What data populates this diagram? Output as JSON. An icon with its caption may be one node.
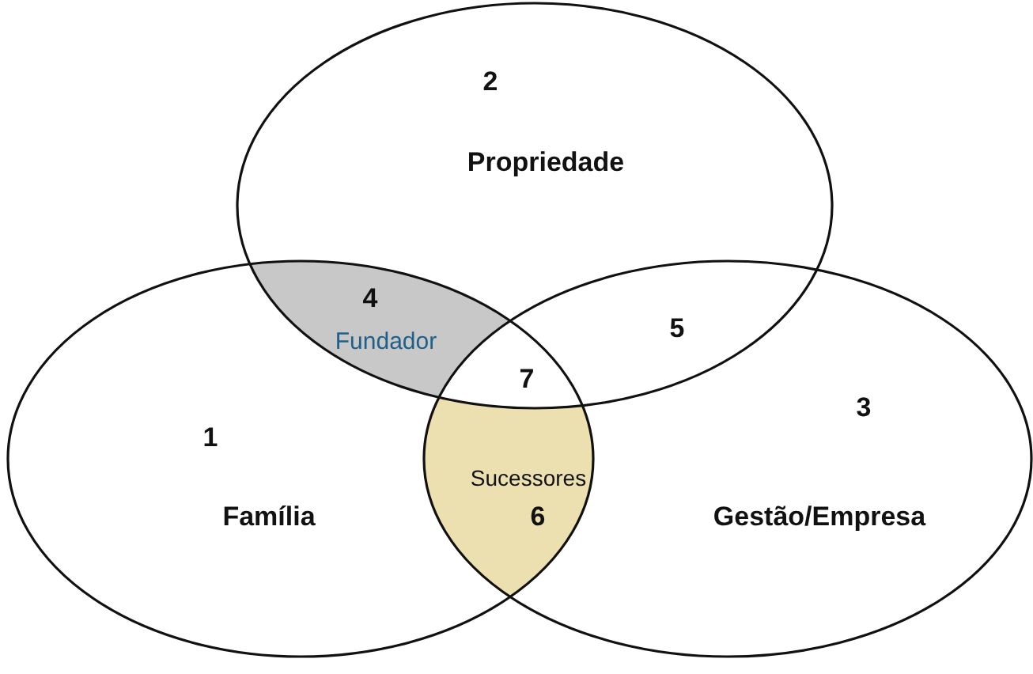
{
  "diagram": {
    "nodes": [
      {
        "text": [
          "2",
          "Propriedade"
        ]
      },
      {
        "text": [
          "1",
          "Família"
        ]
      },
      {
        "text": [
          "3",
          "Gestão/Empresa"
        ]
      },
      {
        "text": [
          "4",
          "Fundador"
        ]
      },
      {
        "text": [
          "5"
        ]
      },
      {
        "text": [
          "7"
        ]
      },
      {
        "text": [
          "Sucessores",
          "6"
        ]
      }
    ],
    "edges": []
  }
}
